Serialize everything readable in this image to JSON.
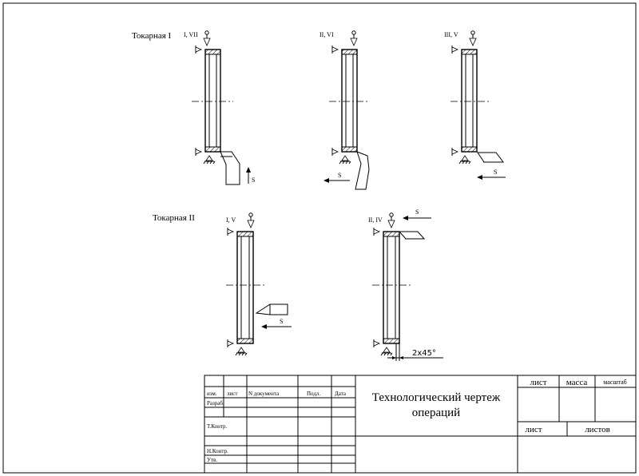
{
  "operations": {
    "turning1": {
      "label": "Токарная I",
      "views": [
        {
          "setup": "I, VII",
          "feed": "S"
        },
        {
          "setup": "II, VI",
          "feed": "S"
        },
        {
          "setup": "III, V",
          "feed": "S"
        }
      ]
    },
    "turning2": {
      "label": "Токарная II",
      "views": [
        {
          "setup": "I, V",
          "feed": "S"
        },
        {
          "setup": "II, IV",
          "feed": "S",
          "chamfer": "2x45°"
        }
      ]
    }
  },
  "title_block": {
    "title_line1": "Технологический чертеж",
    "title_line2": "операций",
    "columns": {
      "izm": "изм.",
      "list": "лист",
      "ndoc": "N документа",
      "podp": "Подл.",
      "data": "Дата"
    },
    "rows": {
      "razrab": "Разраб.",
      "tkontr": "Т.Контр.",
      "nkontr": "Н.Контр.",
      "utv": "Утв."
    },
    "right": {
      "list": "лист",
      "massa": "масса",
      "masshtab": "масштаб",
      "list2": "лист",
      "listov": "листов"
    }
  }
}
